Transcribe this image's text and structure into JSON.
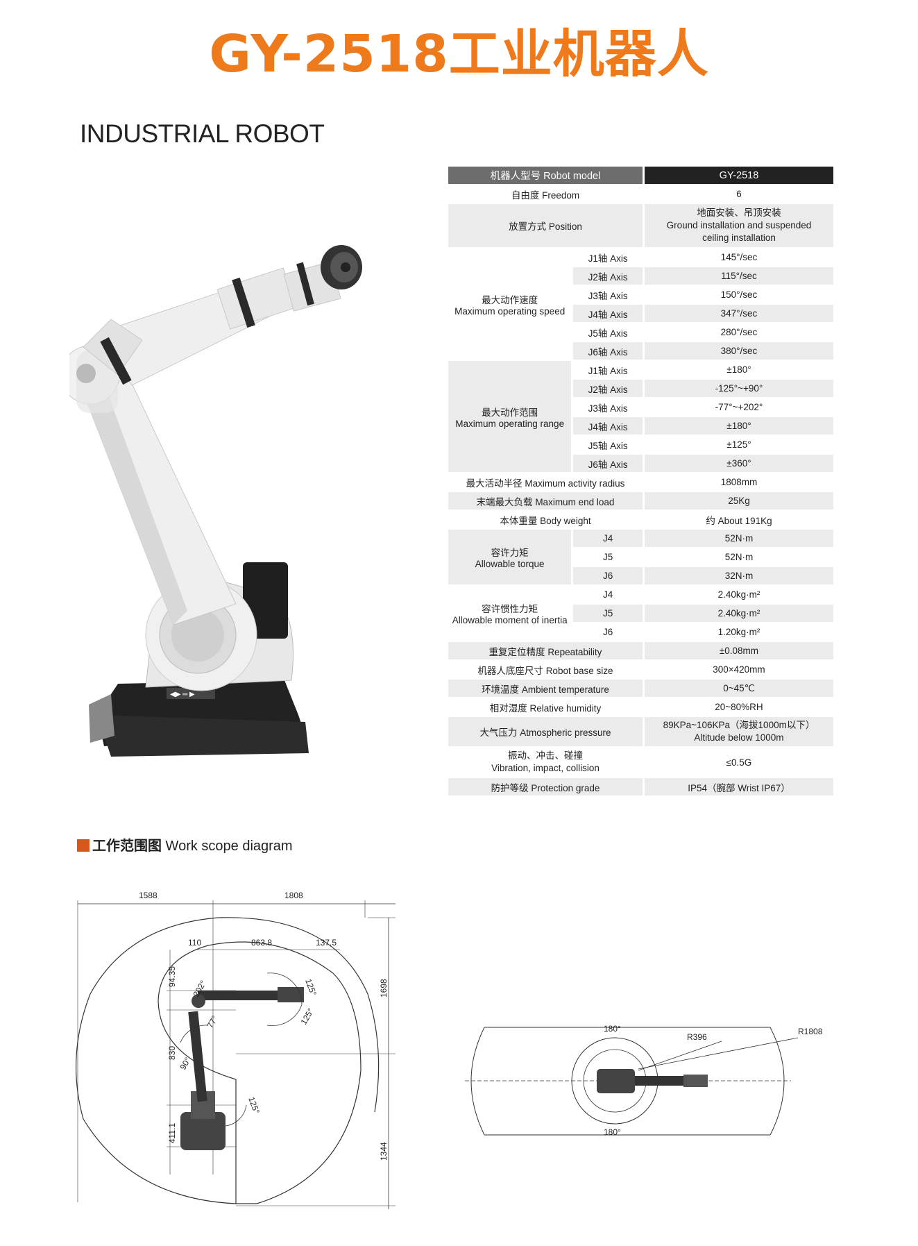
{
  "title": "GY-2518工业机器人",
  "subtitle": "INDUSTRIAL ROBOT",
  "spec": {
    "header": {
      "label": "机器人型号 Robot model",
      "value": "GY-2518"
    },
    "freedom": {
      "label": "自由度 Freedom",
      "value": "6"
    },
    "position": {
      "label": "放置方式 Position",
      "value_cn": "地面安装、吊顶安装",
      "value_en1": "Ground installation and suspended",
      "value_en2": "ceiling installation"
    },
    "speed": {
      "label_cn": "最大动作速度",
      "label_en": "Maximum operating speed",
      "rows": [
        {
          "axis": "J1轴 Axis",
          "value": "145°/sec"
        },
        {
          "axis": "J2轴 Axis",
          "value": "115°/sec"
        },
        {
          "axis": "J3轴 Axis",
          "value": "150°/sec"
        },
        {
          "axis": "J4轴 Axis",
          "value": "347°/sec"
        },
        {
          "axis": "J5轴 Axis",
          "value": "280°/sec"
        },
        {
          "axis": "J6轴 Axis",
          "value": "380°/sec"
        }
      ]
    },
    "range": {
      "label_cn": "最大动作范围",
      "label_en": "Maximum operating range",
      "rows": [
        {
          "axis": "J1轴 Axis",
          "value": "±180°"
        },
        {
          "axis": "J2轴 Axis",
          "value": "-125°~+90°"
        },
        {
          "axis": "J3轴 Axis",
          "value": "-77°~+202°"
        },
        {
          "axis": "J4轴 Axis",
          "value": "±180°"
        },
        {
          "axis": "J5轴 Axis",
          "value": "±125°"
        },
        {
          "axis": "J6轴 Axis",
          "value": "±360°"
        }
      ]
    },
    "radius": {
      "label": "最大活动半径 Maximum activity radius",
      "value": "1808mm"
    },
    "load": {
      "label": "末端最大负载 Maximum end load",
      "value": "25Kg"
    },
    "weight": {
      "label": "本体重量 Body weight",
      "value": "约 About 191Kg"
    },
    "torque": {
      "label_cn": "容许力矩",
      "label_en": "Allowable torque",
      "rows": [
        {
          "axis": "J4",
          "value": "52N·m"
        },
        {
          "axis": "J5",
          "value": "52N·m"
        },
        {
          "axis": "J6",
          "value": "32N·m"
        }
      ]
    },
    "inertia": {
      "label_cn": "容许惯性力矩",
      "label_en": "Allowable moment of inertia",
      "rows": [
        {
          "axis": "J4",
          "value": "2.40kg·m²"
        },
        {
          "axis": "J5",
          "value": "2.40kg·m²"
        },
        {
          "axis": "J6",
          "value": "1.20kg·m²"
        }
      ]
    },
    "repeat": {
      "label": "重复定位精度 Repeatability",
      "value": "±0.08mm"
    },
    "base": {
      "label": "机器人底座尺寸 Robot base size",
      "value": "300×420mm"
    },
    "temp": {
      "label": "环境温度 Ambient temperature",
      "value": "0~45℃"
    },
    "humidity": {
      "label": "相对湿度 Relative humidity",
      "value": "20~80%RH"
    },
    "pressure": {
      "label": "大气压力 Atmospheric pressure",
      "value1": "89KPa~106KPa（海拔1000m以下）",
      "value2": "Altitude below 1000m"
    },
    "vibration": {
      "label_cn": "振动、冲击、碰撞",
      "label_en": "Vibration, impact, collision",
      "value": "≤0.5G"
    },
    "protection": {
      "label": "防护等级 Protection grade",
      "value": "IP54（腕部 Wrist IP67）"
    }
  },
  "section": {
    "title_cn": "工作范围图",
    "title_en": " Work scope diagram"
  },
  "diagram_side": {
    "d1588": "1588",
    "d1808": "1808",
    "d110": "110",
    "d863": "863.8",
    "d137": "137.5",
    "d94": "94.35",
    "d830": "830",
    "d411": "411.1",
    "d1698": "1698",
    "d1344": "1344",
    "a202": "202°",
    "a125a": "125°",
    "a125b": "125°",
    "a77": "77°",
    "a90": "90°",
    "a125c": "125°"
  },
  "diagram_top": {
    "a180top": "180°",
    "a180bot": "180°",
    "r396": "R396",
    "r1808": "R1808"
  },
  "colors": {
    "title": "#ee7a1c",
    "accent_square": "#d9561c",
    "header_dark": "#222222",
    "header_gray": "#6d6d6d",
    "row_gray": "#ebebeb"
  }
}
